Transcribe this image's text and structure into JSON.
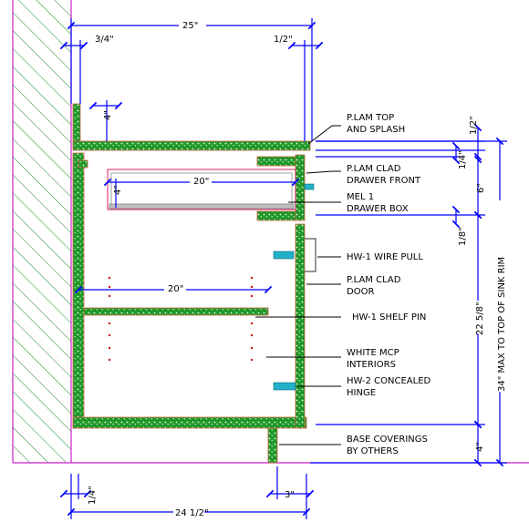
{
  "colors": {
    "dimension": "#0000ff",
    "panel_speckle": "#1f9a2a",
    "panel_edge": "#c8643c",
    "drawer_box": "#dd1e5a",
    "wall_hatch": "#1a8a1a",
    "floor_line": "#cc22cc",
    "pull": "#22b0c8",
    "shelf_pin": "#cc1010",
    "leader": "#000000"
  },
  "dimensions": {
    "overall_depth_top": "25\"",
    "wall_offset": "3/4\"",
    "front_overhang": "1/2\"",
    "splash_height": "4\"",
    "drawer_width": "20\"",
    "drawer_box_gap": "4\"",
    "shelf_width": "20\"",
    "overall_depth_bottom": "24 1/2\"",
    "back_gap_bottom": "1/4\"",
    "toe_kick_depth": "3\"",
    "top_thickness": "1/2\"",
    "gap_small": "1/4\"",
    "drawer_height": "6\"",
    "gap_eighth": "1/8\"",
    "cabinet_height": "22 5/8\"",
    "toe_kick_height": "4\"",
    "total_height": "34\" MAX TO TOP OF SINK RIM"
  },
  "notes": {
    "top_line1": "P.LAM TOP",
    "top_line2": "AND SPLASH",
    "drawer_front_line1": "P.LAM CLAD",
    "drawer_front_line2": "DRAWER FRONT",
    "drawer_box_line1": "MEL 1",
    "drawer_box_line2": "DRAWER BOX",
    "wire_pull": "HW-1 WIRE PULL",
    "door_line1": "P.LAM CLAD",
    "door_line2": "DOOR",
    "shelf_pin": "HW-1 SHELF PIN",
    "interiors_line1": "WHITE MCP",
    "interiors_line2": "INTERIORS",
    "hinge_line1": "HW-2 CONCEALED",
    "hinge_line2": "HINGE",
    "base_line1": "BASE COVERINGS",
    "base_line2": "BY OTHERS"
  }
}
